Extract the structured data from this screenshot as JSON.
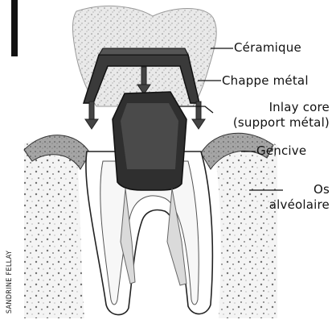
{
  "labels": {
    "ceramique": "Céramique",
    "chappe": "Chappe métal",
    "inlay_line1": "Inlay core",
    "inlay_line2": "(support métal)",
    "gencive": "Gencive",
    "os_line1": "Os",
    "os_line2": "alvéolaire"
  },
  "credit": "SANDRINE FELLAY",
  "colors": {
    "ink": "#111111",
    "metal": "#3a3a3a",
    "ceramic": "#f2f2f2",
    "gum": "#9a9a9a",
    "bone": "#d7d7d7"
  }
}
